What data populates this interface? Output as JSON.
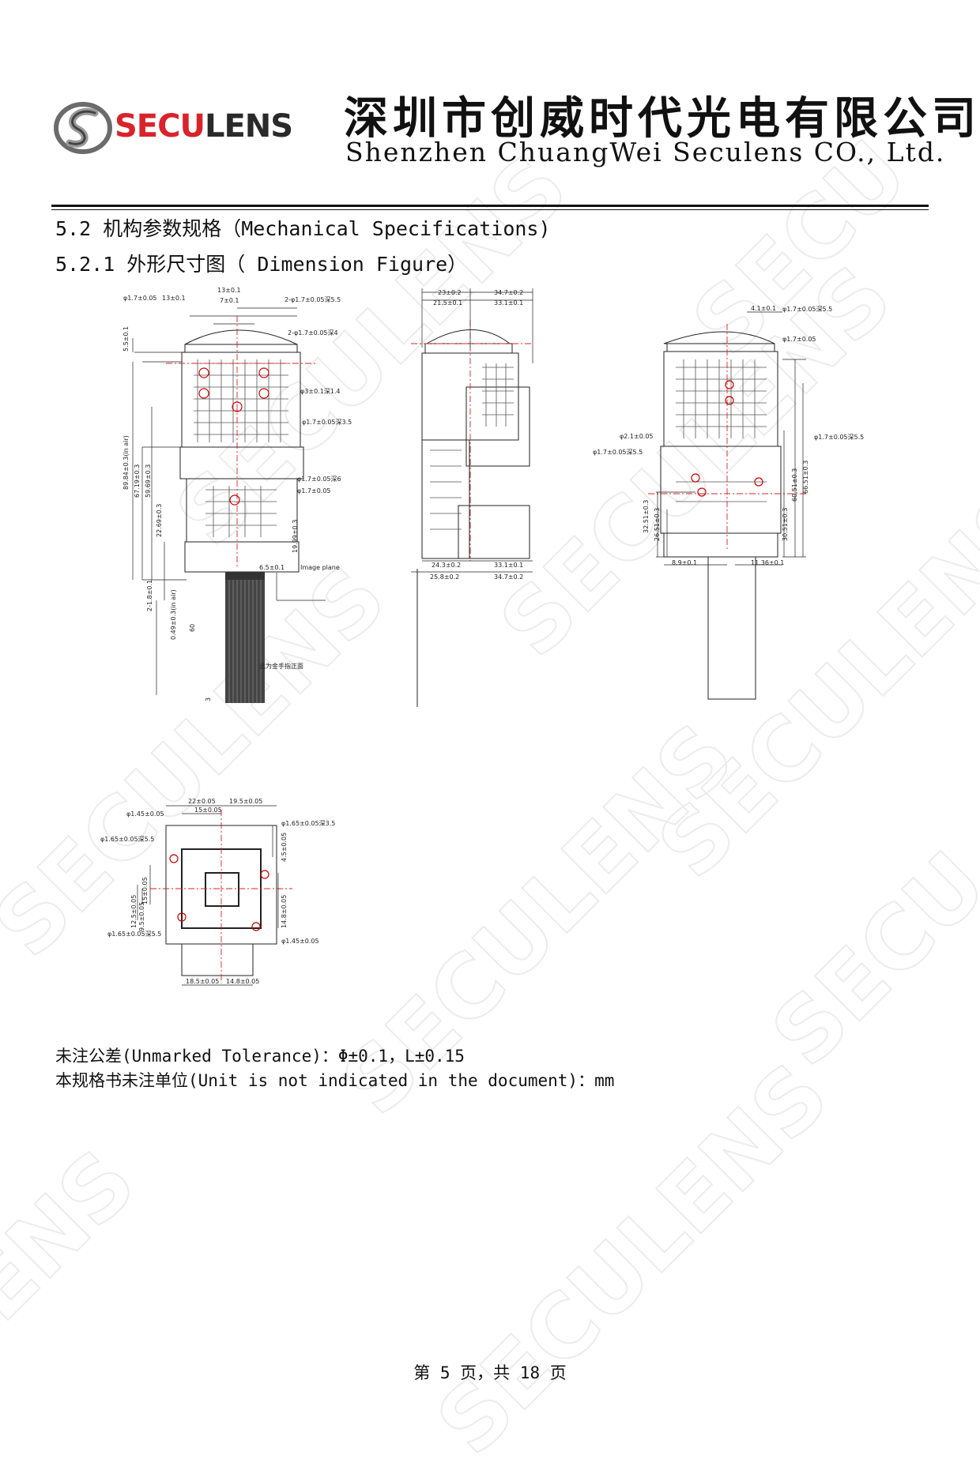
{
  "header": {
    "logo_sec": "SECU",
    "logo_lens": "LENS",
    "company_cn": "深圳市创威时代光电有限公司",
    "company_en": "Shenzhen ChuangWei Seculens CO., Ltd."
  },
  "sections": {
    "s52": "5.2 机构参数规格（Mechanical Specifications)",
    "s521": "5.2.1 外形尺寸图（ Dimension Figure）"
  },
  "front_view": {
    "d_top_hole": "φ1.7±0.05",
    "w13a": "13±0.1",
    "w13b": "13±0.1",
    "w7": "7±0.1",
    "hole_a": "2-φ1.7±0.05深5.5",
    "hole_b": "2-φ1.7±0.05深4",
    "hole_c": "φ3±0.1深1.4",
    "hole_d": "φ1.7±0.05深3.5",
    "hole_e": "φ1.7±0.05深6",
    "hole_f": "φ1.7±0.05",
    "h55": "5.5±0.1",
    "h8984": "89.84±0.3(in air)",
    "h6719": "67.19±0.3",
    "h5969": "59.69±0.3",
    "h2269": "22.69±0.3",
    "h1999": "19.99±0.3",
    "w65": "6.5±0.1",
    "image_plane": "Image plane",
    "h218": "2-1.8±0.1",
    "h049": "0.49±0.3(in air)",
    "h60": "60",
    "h3": "3",
    "gold_finger": "此为金手指正面"
  },
  "side_view": {
    "t23": "23±0.2",
    "t347": "34.7±0.2",
    "t215": "21.5±0.1",
    "t331": "33.1±0.1",
    "b243": "24.3±0.2",
    "b331": "33.1±0.1",
    "b258": "25.8±0.2",
    "b347": "34.7±0.2"
  },
  "rear_view": {
    "t41": "4.1±0.1",
    "ha": "φ1.7±0.05深5.5",
    "hb": "φ1.7±0.05",
    "hc": "φ2.1±0.05",
    "hd": "φ1.7±0.05深5.5",
    "he": "φ1.7±0.05深5.5",
    "v3251": "32.51±0.3",
    "v2651": "26.51±0.3",
    "v3051": "30.51±0.3",
    "v6051": "60.51±0.3",
    "v6651": "66.51±0.3",
    "b89": "8.9±0.1",
    "b1136": "11.36±0.1"
  },
  "bottom_view": {
    "t22": "22±0.05",
    "t195": "19.5±0.05",
    "t15": "15±0.05",
    "h145a": "φ1.45±0.05",
    "h165a": "φ1.65±0.05深3.5",
    "h165b": "φ1.65±0.05深5.5",
    "h165c": "φ1.65±0.05深5.5",
    "h145b": "φ1.45±0.05",
    "v15": "15±0.05",
    "v125": "12.5±0.05",
    "v95": "9.5±0.05",
    "v45": "4.5±0.05",
    "v148": "14.8±0.05",
    "b185": "18.5±0.05",
    "b148": "14.8±0.05"
  },
  "notes": {
    "tolerance": "未注公差(Unmarked Tolerance)：Φ±0.1，L±0.15",
    "unit": "本规格书未注单位(Unit is not indicated in the document)：mm"
  },
  "footer": {
    "page": "第 5 页，共 18 页"
  },
  "colors": {
    "logo_red": "#d9232b",
    "centerline": "#e02020"
  }
}
